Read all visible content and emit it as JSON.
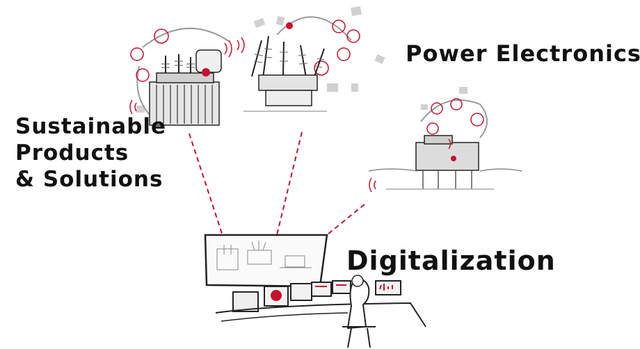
{
  "labels": {
    "power_electronics": "Power Electronics",
    "sustainable_line1": "Sustainable",
    "sustainable_line2": "Products",
    "sustainable_line3": "& Solutions",
    "digitalization": "Digitalization"
  },
  "colors": {
    "ink": "#111111",
    "accent": "#c8102e",
    "sketch_gray": "#9a9a9a",
    "background": "#ffffff"
  },
  "icons": [
    "transformer-illustration",
    "substation-bushings-illustration",
    "offshore-platform-illustration",
    "control-room-operator-illustration"
  ]
}
